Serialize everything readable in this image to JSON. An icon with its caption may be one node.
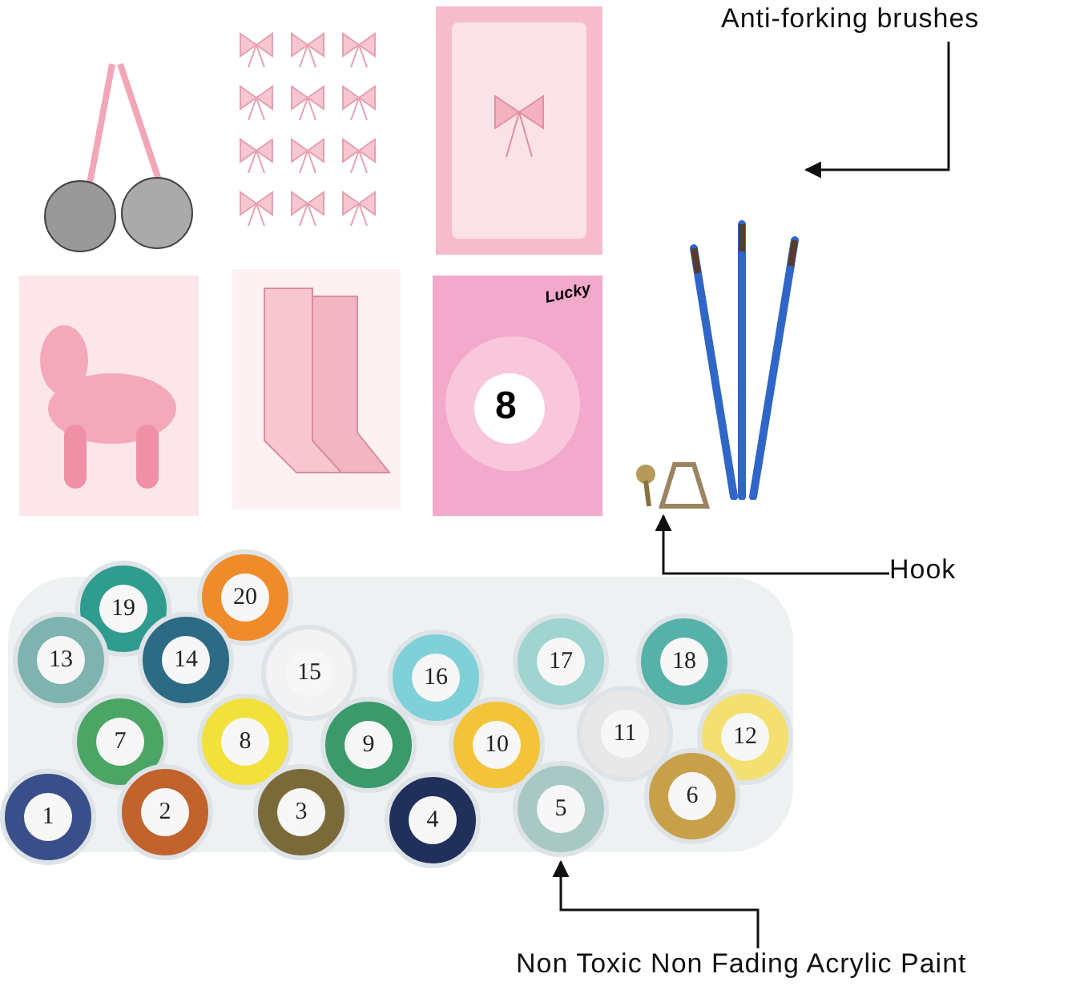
{
  "diagram": {
    "nodes": [
      {
        "text": [
          "Anti-forking brushes"
        ]
      },
      {
        "text": [],
        "shape": "picture"
      },
      {
        "text": [
          "Hook"
        ]
      },
      {
        "text": [],
        "shape": "picture"
      },
      {
        "text": [
          "Non Toxic Non Fading Acrylic Paint"
        ]
      },
      {
        "text": [],
        "shape": "picture"
      }
    ],
    "edges": [
      {
        "from": 0,
        "to": 1,
        "arrow": "to"
      },
      {
        "from": 2,
        "to": 3,
        "arrow": "to"
      },
      {
        "from": 4,
        "to": 5,
        "arrow": "to"
      }
    ],
    "labels": [
      "Lucky",
      "8",
      "19",
      "20",
      "13",
      "14",
      "15",
      "16",
      "17",
      "18",
      "7",
      "8",
      "9",
      "10",
      "11",
      "12",
      "1",
      "2",
      "3",
      "4",
      "5",
      "6"
    ]
  }
}
